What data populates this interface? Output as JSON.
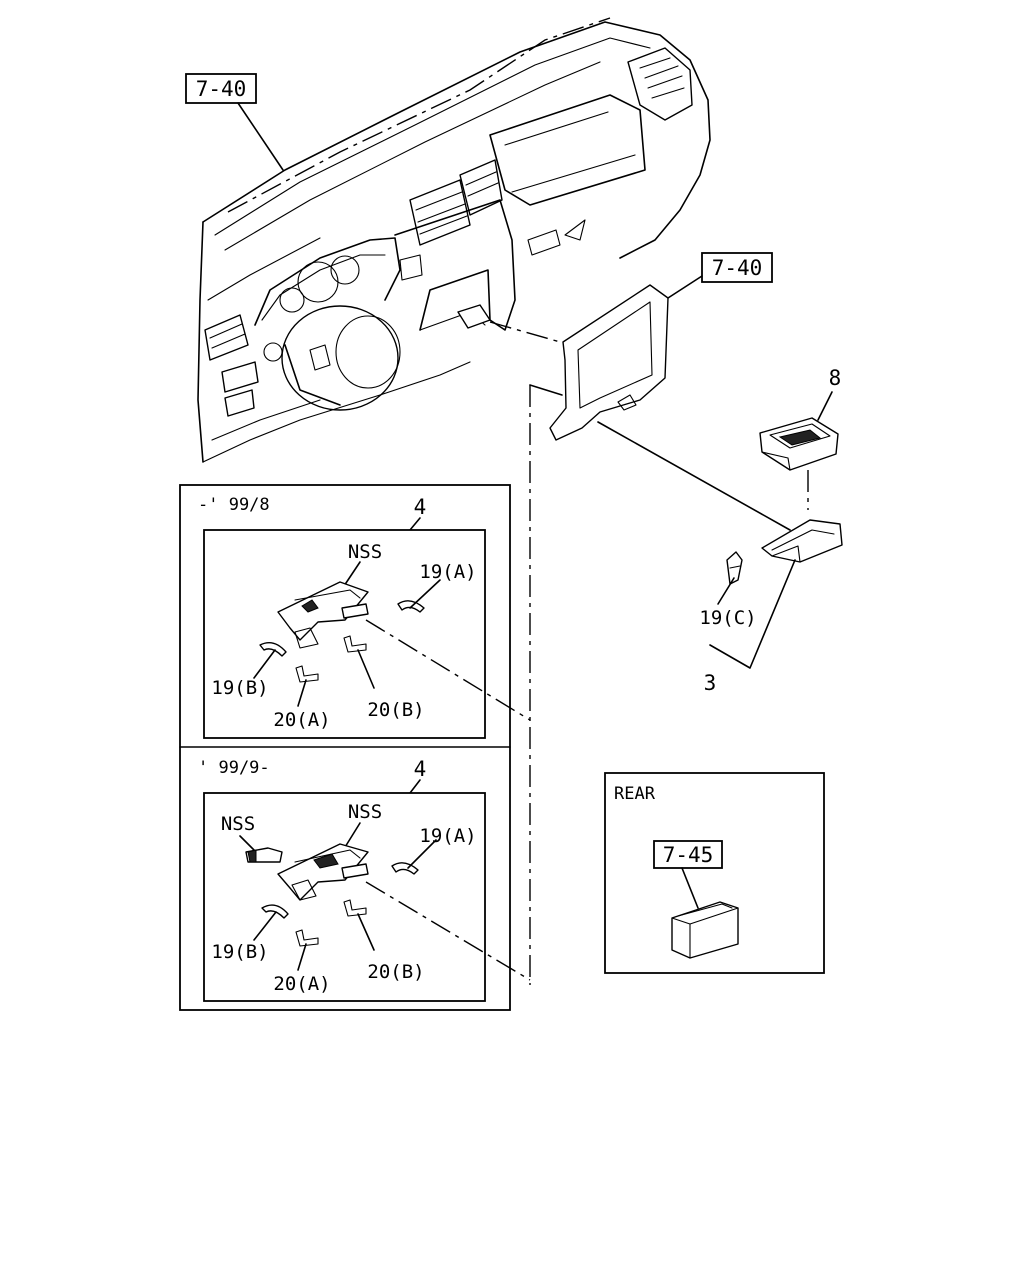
{
  "refs": {
    "dash_ref": "7-40",
    "glovebox_ref": "7-40",
    "rear_ref": "7-45"
  },
  "parts": {
    "ashtray_num": "8",
    "bracket_4_upper": "4",
    "bracket_4_lower": "4",
    "part_3": "3",
    "part_19c": "19(C)"
  },
  "panel_upper": {
    "period": "-' 99/8",
    "nss": "NSS",
    "p19a": "19(A)",
    "p19b": "19(B)",
    "p20a": "20(A)",
    "p20b": "20(B)"
  },
  "panel_lower": {
    "period": "' 99/9-",
    "nss_left": "NSS",
    "nss": "NSS",
    "p19a": "19(A)",
    "p19b": "19(B)",
    "p20a": "20(A)",
    "p20b": "20(B)"
  },
  "rear_panel": {
    "title": "REAR"
  }
}
